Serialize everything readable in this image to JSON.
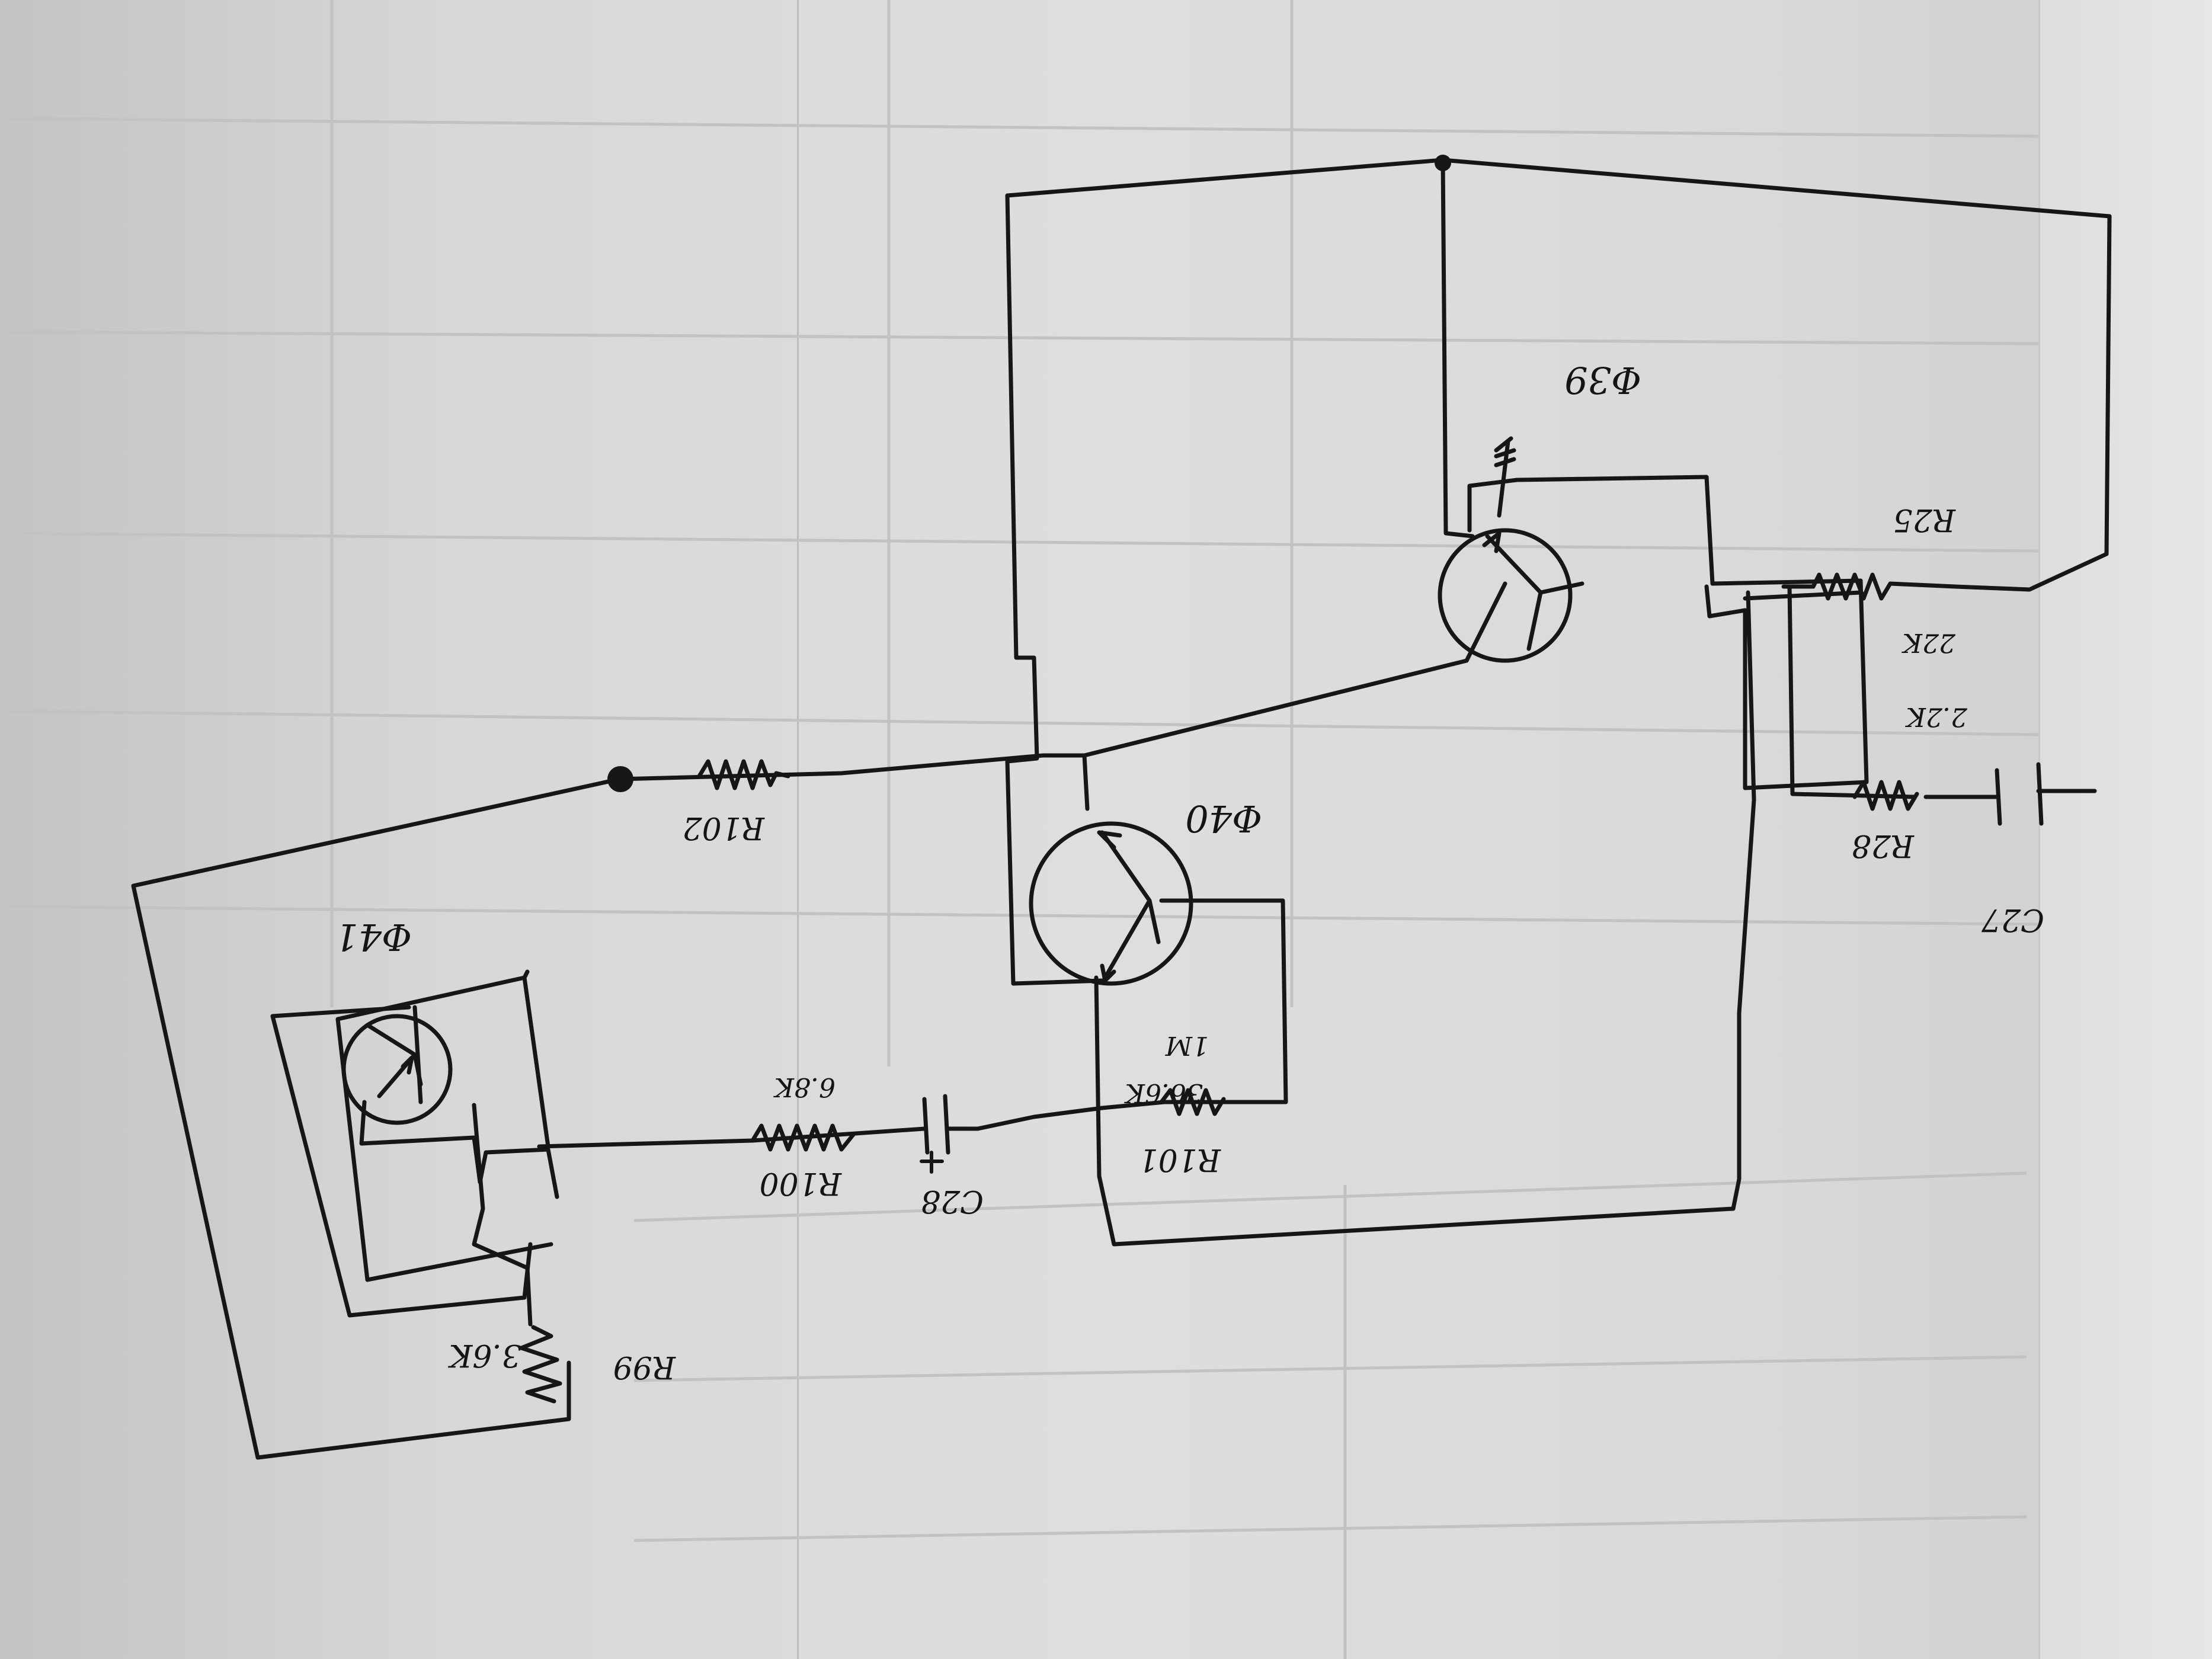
{
  "components": {
    "q39": "Φ39",
    "q40": "Φ40",
    "q41": "Φ41",
    "r25": {
      "ref": "R25",
      "value": "22K"
    },
    "r28": {
      "ref": "R28",
      "value": "2.2K"
    },
    "c27": {
      "ref": "C27"
    },
    "r102": {
      "ref": "R102"
    },
    "r101": {
      "ref": "R101",
      "value": "36.6K"
    },
    "r100": {
      "ref": "R100",
      "value": "6.8K"
    },
    "c28": {
      "ref": "C28"
    },
    "r99": {
      "ref": "R99",
      "value": "3.6K"
    },
    "r101_value2": "1M"
  },
  "colors": {
    "ink": "#161616",
    "paper": "#dededc"
  }
}
